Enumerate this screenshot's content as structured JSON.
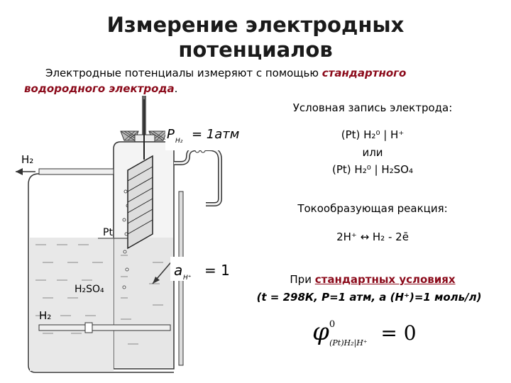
{
  "title_line1": "Измерение электродных",
  "title_line2": "потенциалов",
  "intro": {
    "text": "Электродные потенциалы измеряют с помощью",
    "highlight1": "стандартного",
    "highlight2": "водородного электрода",
    "end": "."
  },
  "diagram": {
    "label_h2_out": "H₂",
    "label_h2_in": "H₂",
    "label_pt": "Pt",
    "label_acid": "H₂SO₄",
    "formula_pressure": "P",
    "formula_pressure_sub": "H₂",
    "formula_pressure_value": "= 1атм",
    "formula_activity": "a",
    "formula_activity_sub": "H⁺",
    "formula_activity_value": "= 1"
  },
  "notation": {
    "heading": "Условная запись электрода:",
    "line1": "(Pt) H₂⁰ | H⁺",
    "or": "или",
    "line2": "(Pt) H₂⁰ | H₂SO₄"
  },
  "reaction": {
    "heading": "Токообразующая реакция:",
    "equation": "2H⁺ ↔ H₂ - 2ē"
  },
  "standard": {
    "prefix": "При",
    "link": "стандартных условиях",
    "conditions": "(t = 298К, Р=1 атм, а (Н⁺)=1 моль/л)"
  },
  "potential": {
    "symbol": "φ",
    "sup": "0",
    "sub": "(Pt)H₂|H⁺",
    "value": "= 0"
  },
  "colors": {
    "title": "#1a1a1a",
    "highlight": "#8b0a1a",
    "glass": "#f2f2f2",
    "electrode": "#444444"
  }
}
